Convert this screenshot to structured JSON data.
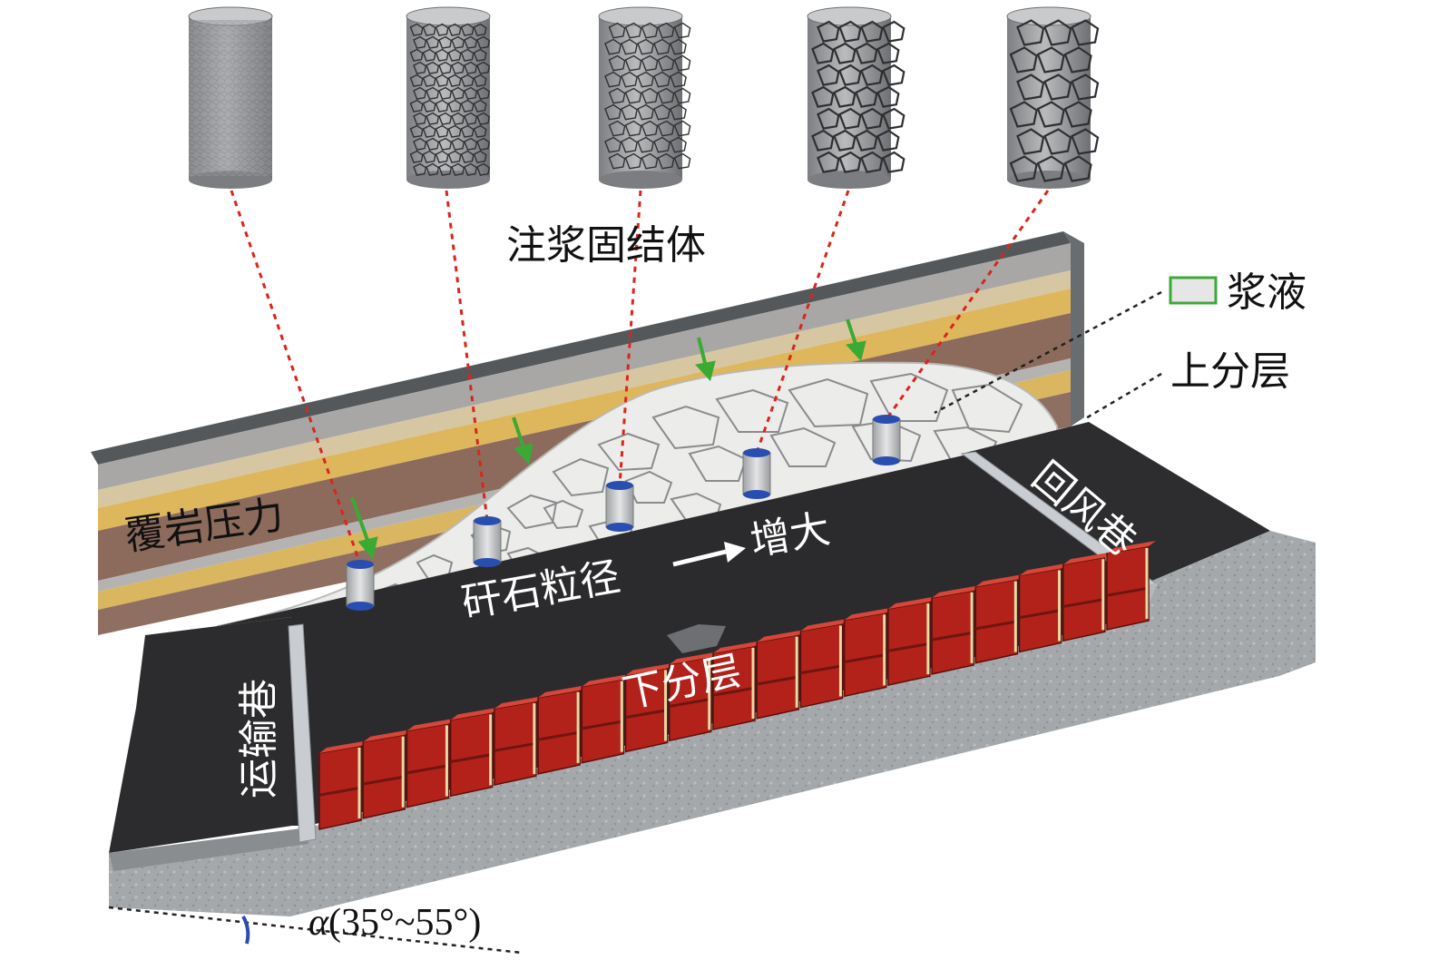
{
  "labels": {
    "grout_body": "注浆固结体",
    "legend_slurry": "浆液",
    "upper_slice": "上分层",
    "overburden_pressure": "覆岩压力",
    "gangue_size": "矸石粒径",
    "increase": "增大",
    "return_airway": "回风巷",
    "transport_roadway": "运输巷",
    "lower_slice": "下分层",
    "angle_symbol": "α",
    "angle_range": "(35°~55°)"
  },
  "icons": {
    "legend_swatch": "slurry-swatch-icon",
    "specimen": "grouted-specimen-cylinder-icon",
    "pressure_arrow": "green-arrow-icon",
    "direction_arrow": "white-arrow-right-icon"
  },
  "colors": {
    "roof_top": "#5a5d60",
    "coal": "#2b2b2d",
    "concrete": "#a3a6a9",
    "yellow_layer": "#dcb459",
    "brown_layer": "#8b6a5a",
    "grey_layer": "#b4b2b0",
    "support_red": "#b3221a",
    "leader_red": "#d9261c",
    "pressure_green": "#3aaa35",
    "slurry_blue": "#2a4db0",
    "gangue_fill": "#ececea"
  }
}
